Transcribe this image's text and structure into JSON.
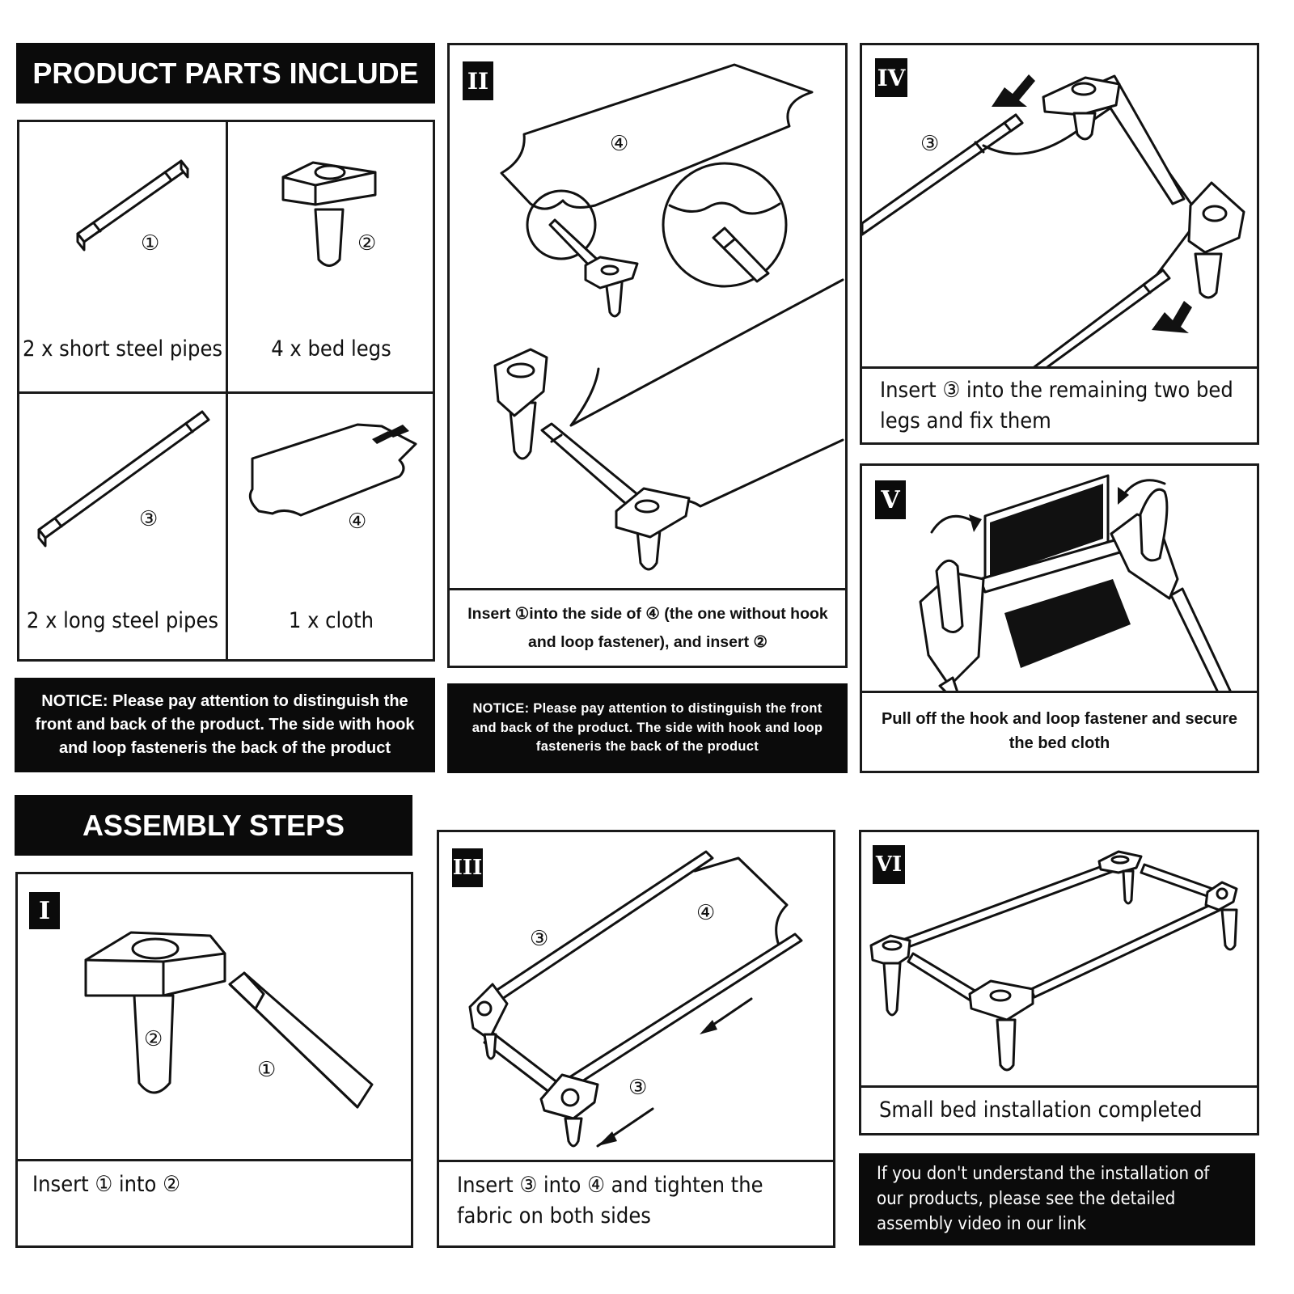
{
  "parts": {
    "banner": "PRODUCT PARTS INCLUDE",
    "items": [
      {
        "marker": "①",
        "label": "2 x short steel pipes"
      },
      {
        "marker": "②",
        "label": "4 x bed legs"
      },
      {
        "marker": "③",
        "label": "2 x long steel pipes"
      },
      {
        "marker": "④",
        "label": "1 x cloth"
      }
    ],
    "notice": "NOTICE: Please pay attention to distinguish the front and back of the product. The side with hook and loop fasteneris the back of the product"
  },
  "assembly_banner": "ASSEMBLY STEPS",
  "steps": [
    {
      "numeral": "I",
      "caption": "Insert ① into ②",
      "markers": [
        "②",
        "①"
      ]
    },
    {
      "numeral": "II",
      "caption": "Insert ①into the side of ④ (the one without hook and loop fastener), and insert ②",
      "markers": [
        "④"
      ],
      "notice": "NOTICE: Please pay attention to distinguish the front and back of the product. The side with hook and loop fasteneris the back of the product"
    },
    {
      "numeral": "III",
      "caption": "Insert ③ into ④ and tighten the fabric on both sides",
      "markers": [
        "③",
        "④",
        "③"
      ]
    },
    {
      "numeral": "IV",
      "caption": "Insert ③ into the remaining two bed legs and fix them",
      "markers": [
        "③"
      ]
    },
    {
      "numeral": "V",
      "caption": "Pull off the hook and loop fastener and secure the bed cloth",
      "markers": []
    },
    {
      "numeral": "VI",
      "caption": "Small bed installation completed",
      "markers": []
    }
  ],
  "footer_note": "If you don't understand the installation of our products, please see the detailed assembly video in our link"
}
